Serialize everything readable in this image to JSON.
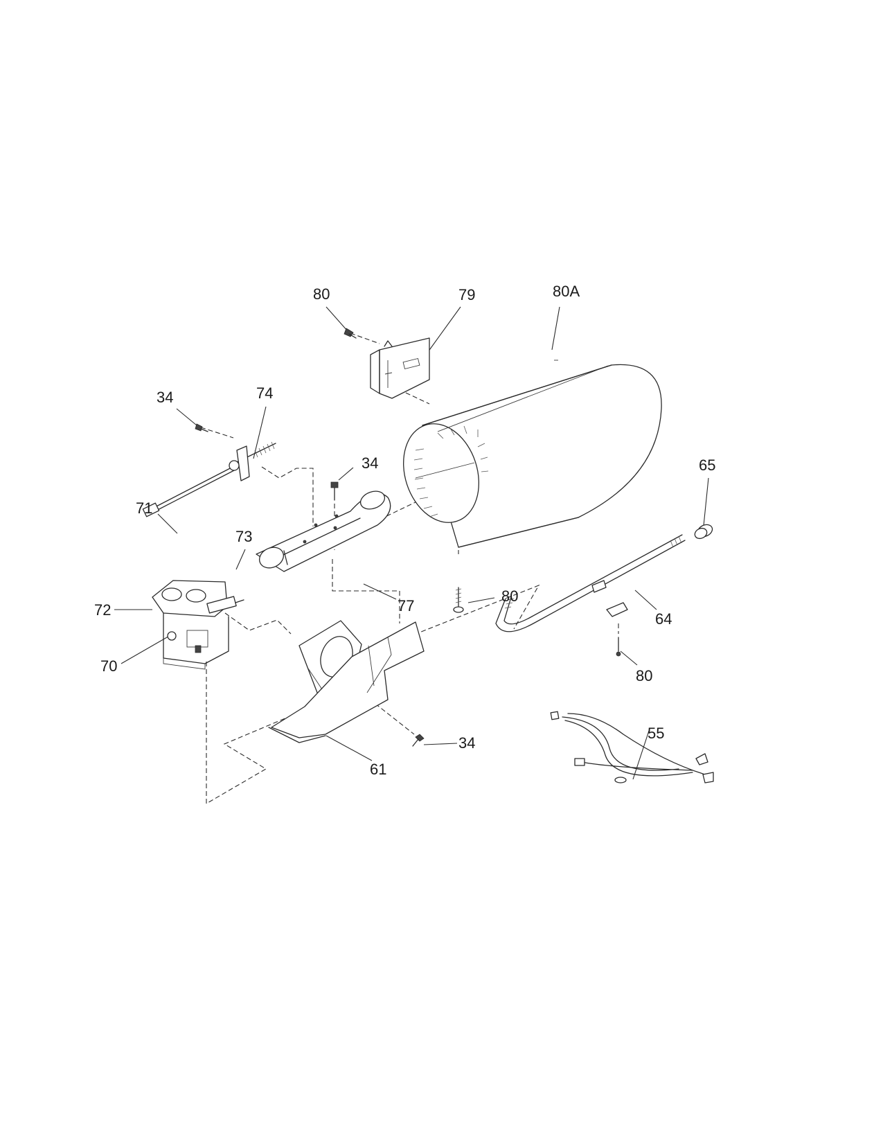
{
  "diagram": {
    "labels": {
      "p80_top": "80",
      "p79": "79",
      "p80A": "80A",
      "p34_top": "34",
      "p74": "74",
      "p34_mid": "34",
      "p65": "65",
      "p71": "71",
      "p73": "73",
      "p80_mid": "80",
      "p77": "77",
      "p72": "72",
      "p64": "64",
      "p70": "70",
      "p80_bottom": "80",
      "p55": "55",
      "p34_bottom": "34",
      "p61": "61"
    }
  }
}
